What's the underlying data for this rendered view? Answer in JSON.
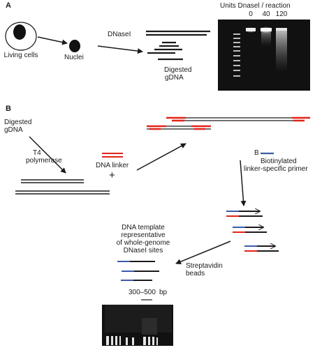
{
  "panel_a": {
    "label": "A",
    "living_cells": "Living cells",
    "nuclei": "Nuclei",
    "dnase": "DNaseI",
    "digested_line1": "Digested",
    "digested_line2": "gDNA",
    "units_header": "Units Dnasel / reaction",
    "lanes": [
      "0",
      "40",
      "120"
    ]
  },
  "panel_b": {
    "label": "B",
    "digested_line1": "Digested",
    "digested_line2": "gDNA",
    "t4_line1": "T4",
    "t4_line2": "polymerase",
    "dna_linker": "DNA linker",
    "plus": "+",
    "b_marker": "B",
    "biotin_line1": "Biotinylated",
    "biotin_line2": "linker-specific primer",
    "strep_line1": "Streptavidin",
    "strep_line2": "beads",
    "template_line1": "DNA template",
    "template_line2": "representative",
    "template_line3": "of whole-genome",
    "template_line4": "DNaseI sites",
    "size_label": "300–500",
    "size_unit": "bp"
  },
  "colors": {
    "dna": "#1a1a1a",
    "linker": "#e2231a",
    "primer": "#3b5ba9",
    "gel": "#111111"
  }
}
